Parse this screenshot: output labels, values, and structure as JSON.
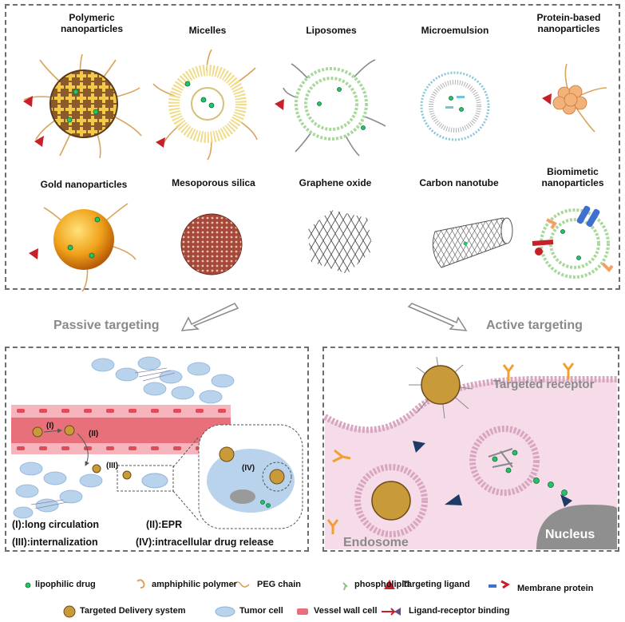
{
  "top_panel": {
    "row1": [
      {
        "label": "Polymeric\nnanoparticles"
      },
      {
        "label": "Micelles"
      },
      {
        "label": "Liposomes"
      },
      {
        "label": "Microemulsion"
      },
      {
        "label": "Protein-based\nnanoparticles"
      }
    ],
    "row2": [
      {
        "label": "Gold nanoparticles"
      },
      {
        "label": "Mesoporous silica"
      },
      {
        "label": "Graphene oxide"
      },
      {
        "label": "Carbon nanotube"
      },
      {
        "label": "Biomimetic\nnanoparticles"
      }
    ]
  },
  "targeting": {
    "passive": "Passive targeting",
    "active": "Active targeting"
  },
  "passive_panel": {
    "step_labels": [
      "(I)",
      "(II)",
      "(III)",
      "(IV)"
    ],
    "captions": [
      "(I):long circulation",
      "(II):EPR",
      "(III):internalization",
      "(IV):intracellular drug release"
    ]
  },
  "active_panel": {
    "targeted_receptor": "Targeted receptor",
    "endosome": "Endosome",
    "nucleus": "Nucleus"
  },
  "legend": {
    "row1": [
      "lipophilic drug",
      "amphiphilic polymer",
      "PEG chain",
      "phospholipid",
      "Targeting ligand",
      "Membrane protein"
    ],
    "row2": [
      "Targeted Delivery system",
      "Tumor cell",
      "Vessel wall cell",
      "Ligand-receptor binding"
    ]
  },
  "colors": {
    "panel_border": "#6e6e6e",
    "gray_text": "#8a8a8a",
    "vessel": "#e8707a",
    "cell_pink": "#f6dce8",
    "membrane": "#d9a6c2",
    "tumor_blue": "#b9d3ec",
    "drug_green": "#22c36a",
    "ligand_red": "#c8202a",
    "peg_orange": "#d9a35c",
    "gold": "#f0a21a",
    "receptor_orange": "#f0a030",
    "receptor_purple": "#6b4a8a"
  }
}
